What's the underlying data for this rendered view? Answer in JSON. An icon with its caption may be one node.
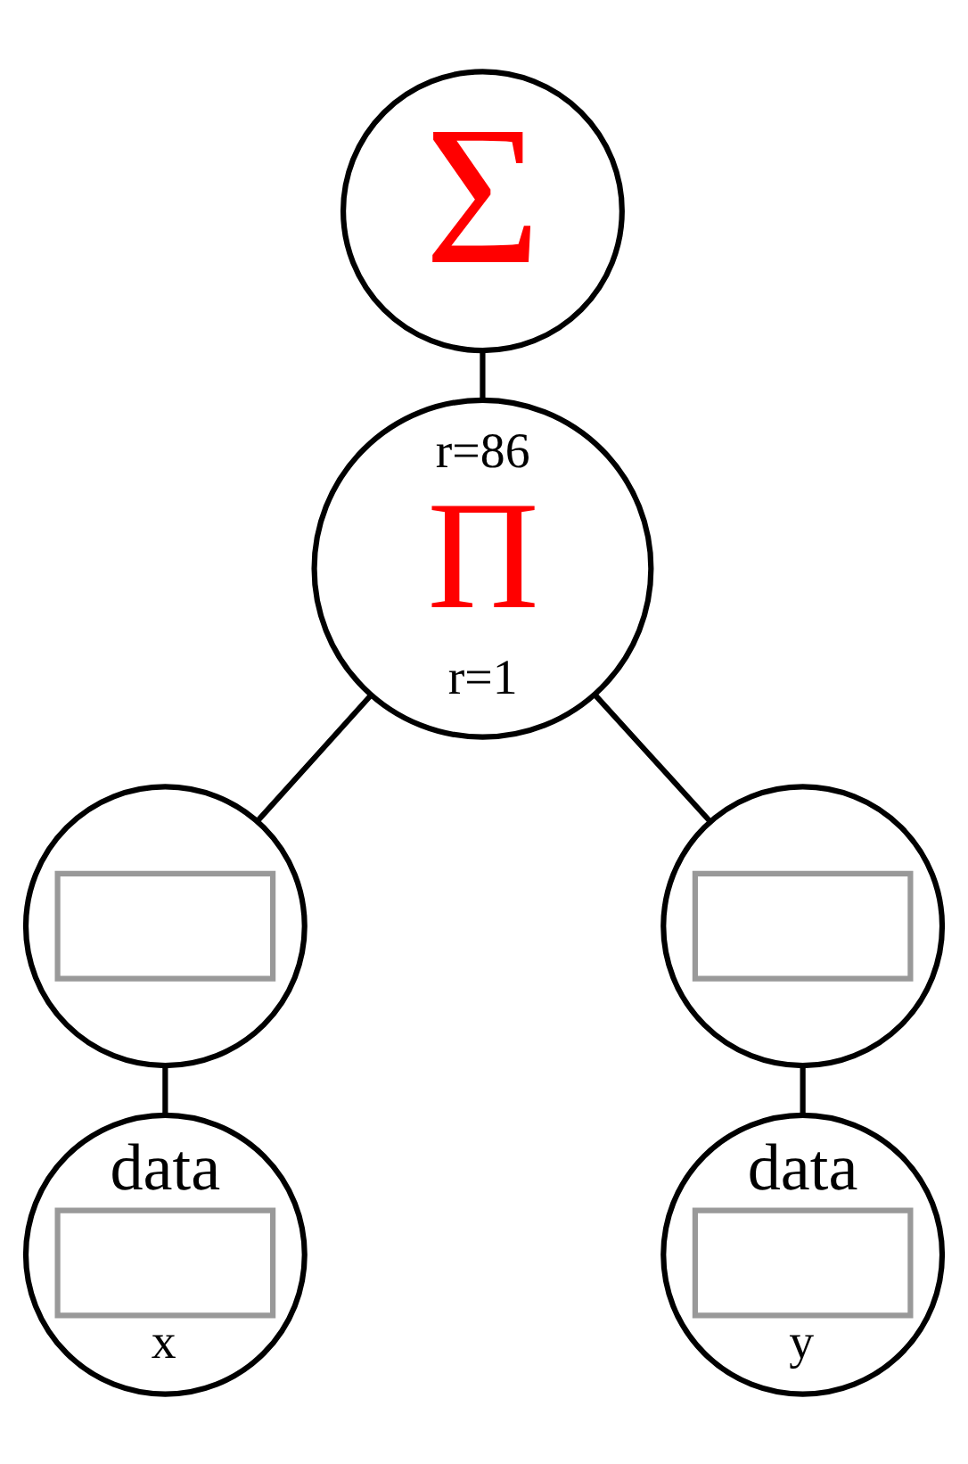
{
  "diagram": {
    "nodes": [
      {
        "text": [
          "Σ"
        ]
      },
      {
        "text": [
          "r=86",
          "Π",
          "r=1"
        ]
      },
      {
        "text": [],
        "shape": "circle"
      },
      {
        "text": [],
        "shape": "circle"
      },
      {
        "text": [
          "data",
          "x"
        ]
      },
      {
        "text": [
          "data",
          "y"
        ]
      }
    ],
    "edges": [
      {
        "from": 0,
        "to": 1,
        "arrow": "none"
      },
      {
        "from": 1,
        "to": 2,
        "arrow": "none"
      },
      {
        "from": 1,
        "to": 3,
        "arrow": "none"
      },
      {
        "from": 2,
        "to": 4,
        "arrow": "none"
      },
      {
        "from": 3,
        "to": 5,
        "arrow": "none"
      }
    ]
  }
}
